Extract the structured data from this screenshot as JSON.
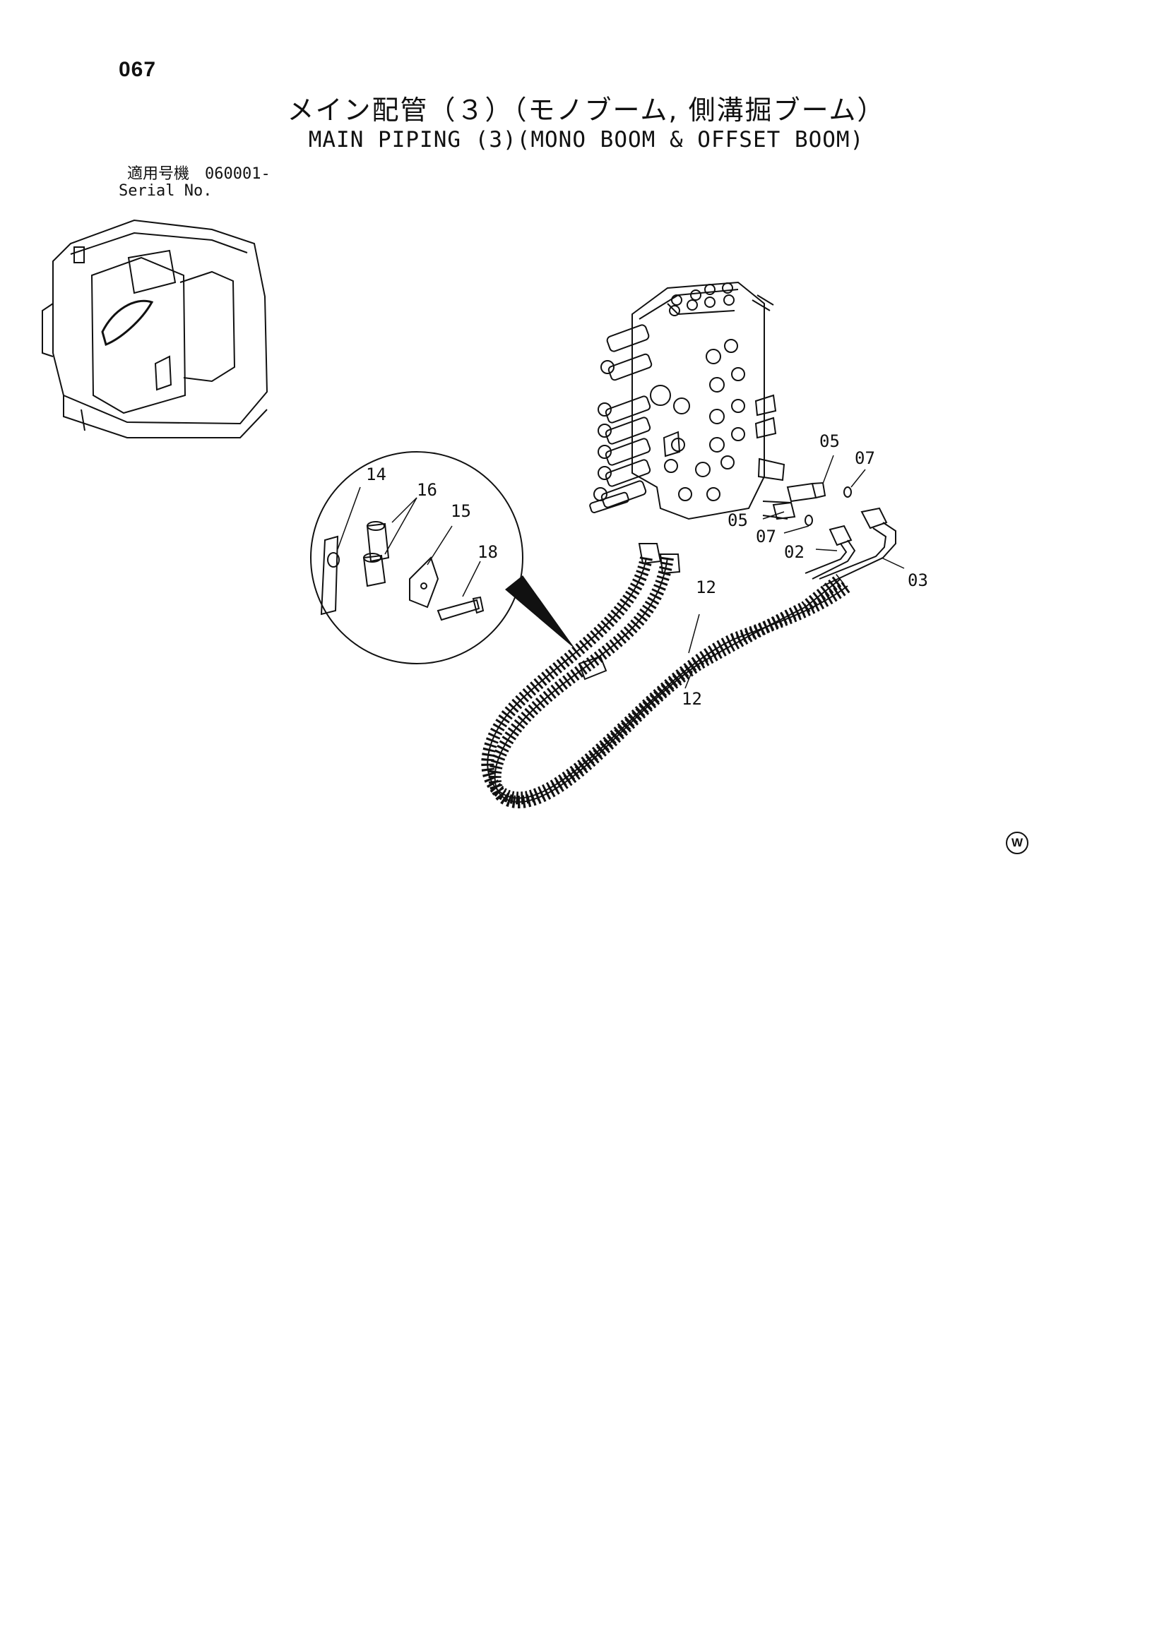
{
  "page_number": "067",
  "title_jp": "メイン配管（３）（モノブーム, 側溝掘ブーム）",
  "title_en": "MAIN PIPING (3)(MONO BOOM & OFFSET BOOM)",
  "serial": {
    "label_jp": "適用号機",
    "label_en": "Serial No.",
    "number": "060001-"
  },
  "callouts": {
    "p14": "14",
    "p16": "16",
    "p15": "15",
    "p18": "18",
    "p05a": "05",
    "p07a": "07",
    "p05b": "05",
    "p07b": "07",
    "p02": "02",
    "p03": "03",
    "p12a": "12",
    "p12b": "12"
  },
  "corner_mark": "W",
  "icons": [
    "excavator-cab-icon",
    "control-valve-icon",
    "hose-assembly-icon"
  ]
}
